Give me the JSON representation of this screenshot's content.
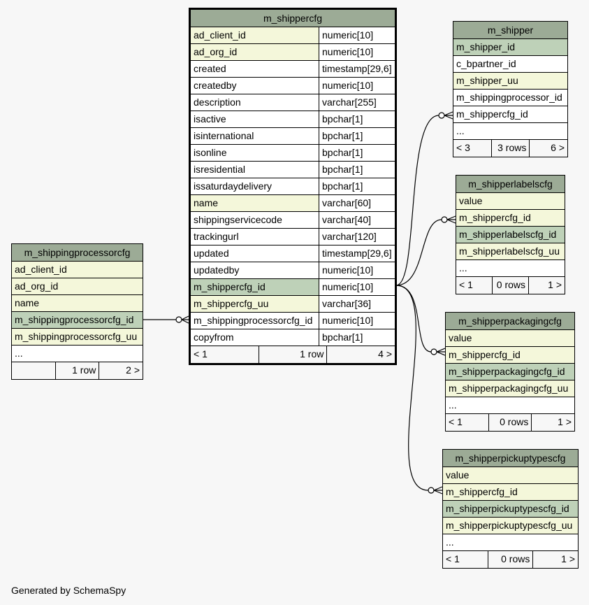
{
  "tables": {
    "m_shippercfg": {
      "title": "m_shippercfg",
      "rows": [
        {
          "name": "ad_client_id",
          "type": "numeric[10]",
          "kind": "fk"
        },
        {
          "name": "ad_org_id",
          "type": "numeric[10]",
          "kind": "fk"
        },
        {
          "name": "created",
          "type": "timestamp[29,6]",
          "kind": "plain"
        },
        {
          "name": "createdby",
          "type": "numeric[10]",
          "kind": "plain"
        },
        {
          "name": "description",
          "type": "varchar[255]",
          "kind": "plain"
        },
        {
          "name": "isactive",
          "type": "bpchar[1]",
          "kind": "plain"
        },
        {
          "name": "isinternational",
          "type": "bpchar[1]",
          "kind": "plain"
        },
        {
          "name": "isonline",
          "type": "bpchar[1]",
          "kind": "plain"
        },
        {
          "name": "isresidential",
          "type": "bpchar[1]",
          "kind": "plain"
        },
        {
          "name": "issaturdaydelivery",
          "type": "bpchar[1]",
          "kind": "plain"
        },
        {
          "name": "name",
          "type": "varchar[60]",
          "kind": "fk"
        },
        {
          "name": "shippingservicecode",
          "type": "varchar[40]",
          "kind": "plain"
        },
        {
          "name": "trackingurl",
          "type": "varchar[120]",
          "kind": "plain"
        },
        {
          "name": "updated",
          "type": "timestamp[29,6]",
          "kind": "plain"
        },
        {
          "name": "updatedby",
          "type": "numeric[10]",
          "kind": "plain"
        },
        {
          "name": "m_shippercfg_id",
          "type": "numeric[10]",
          "kind": "pk"
        },
        {
          "name": "m_shippercfg_uu",
          "type": "varchar[36]",
          "kind": "fk"
        },
        {
          "name": "m_shippingprocessorcfg_id",
          "type": "numeric[10]",
          "kind": "plain"
        },
        {
          "name": "copyfrom",
          "type": "bpchar[1]",
          "kind": "plain"
        }
      ],
      "footer": {
        "left": "< 1",
        "mid": "1 row",
        "right": "4 >"
      }
    },
    "m_shippingprocessorcfg": {
      "title": "m_shippingprocessorcfg",
      "rows": [
        {
          "name": "ad_client_id",
          "kind": "fk"
        },
        {
          "name": "ad_org_id",
          "kind": "fk"
        },
        {
          "name": "name",
          "kind": "fk"
        },
        {
          "name": "m_shippingprocessorcfg_id",
          "kind": "pk"
        },
        {
          "name": "m_shippingprocessorcfg_uu",
          "kind": "fk"
        },
        {
          "name": "...",
          "kind": "plain"
        }
      ],
      "footer": {
        "left": "",
        "mid": "1 row",
        "right": "2 >"
      }
    },
    "m_shipper": {
      "title": "m_shipper",
      "rows": [
        {
          "name": "m_shipper_id",
          "kind": "pk"
        },
        {
          "name": "c_bpartner_id",
          "kind": "plain"
        },
        {
          "name": "m_shipper_uu",
          "kind": "fk"
        },
        {
          "name": "m_shippingprocessor_id",
          "kind": "plain"
        },
        {
          "name": "m_shippercfg_id",
          "kind": "plain"
        },
        {
          "name": "...",
          "kind": "plain"
        }
      ],
      "footer": {
        "left": "< 3",
        "mid": "3 rows",
        "right": "6 >"
      }
    },
    "m_shipperlabelscfg": {
      "title": "m_shipperlabelscfg",
      "rows": [
        {
          "name": "value",
          "kind": "fk"
        },
        {
          "name": "m_shippercfg_id",
          "kind": "fk"
        },
        {
          "name": "m_shipperlabelscfg_id",
          "kind": "pk"
        },
        {
          "name": "m_shipperlabelscfg_uu",
          "kind": "fk"
        },
        {
          "name": "...",
          "kind": "plain"
        }
      ],
      "footer": {
        "left": "< 1",
        "mid": "0 rows",
        "right": "1 >"
      }
    },
    "m_shipperpackagingcfg": {
      "title": "m_shipperpackagingcfg",
      "rows": [
        {
          "name": "value",
          "kind": "fk"
        },
        {
          "name": "m_shippercfg_id",
          "kind": "fk"
        },
        {
          "name": "m_shipperpackagingcfg_id",
          "kind": "pk"
        },
        {
          "name": "m_shipperpackagingcfg_uu",
          "kind": "fk"
        },
        {
          "name": "...",
          "kind": "plain"
        }
      ],
      "footer": {
        "left": "< 1",
        "mid": "0 rows",
        "right": "1 >"
      }
    },
    "m_shipperpickuptypescfg": {
      "title": "m_shipperpickuptypescfg",
      "rows": [
        {
          "name": "value",
          "kind": "fk"
        },
        {
          "name": "m_shippercfg_id",
          "kind": "fk"
        },
        {
          "name": "m_shipperpickuptypescfg_id",
          "kind": "pk"
        },
        {
          "name": "m_shipperpickuptypescfg_uu",
          "kind": "fk"
        },
        {
          "name": "...",
          "kind": "plain"
        }
      ],
      "footer": {
        "left": "< 1",
        "mid": "0 rows",
        "right": "1 >"
      }
    }
  },
  "generated_by": "Generated by SchemaSpy"
}
